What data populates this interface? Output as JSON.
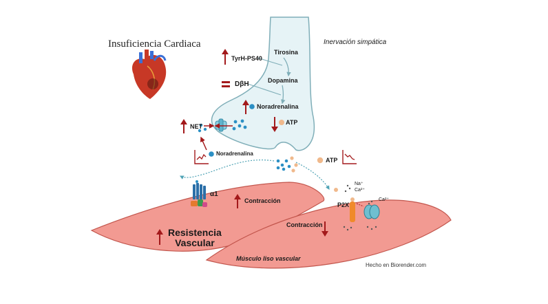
{
  "title": "Insuficiencia Cardiaca",
  "nerve_label": "Inervación simpática",
  "pathway": {
    "tirosina": "Tirosina",
    "tyrh": "TyrH-PS40",
    "dopamina": "Dopamina",
    "dbh": "DβH",
    "noradrenalina": "Noradrenalina",
    "atp_inside": "ATP"
  },
  "net_label": "NET",
  "noradrenalina_out": "Noradrenalina",
  "atp_out": "ATP",
  "receptor_alpha": "α1",
  "p2x_label": "P2X",
  "ions": {
    "na": "Na⁺",
    "ca": "Ca²⁺",
    "ca2": "Ca²⁺"
  },
  "contraccion_upper": "Contracción",
  "contraccion_lower": "Contracción",
  "resistencia": {
    "line1": "Resistencia",
    "line2": "Vascular"
  },
  "musculo": "Músculo liso vascular",
  "credit": "Hecho en Biorender.com",
  "colors": {
    "nerve_fill": "#e6f3f6",
    "nerve_stroke": "#7faeb8",
    "muscle_fill": "#f29a92",
    "muscle_stroke": "#c2554c",
    "arrow_red": "#a3191b",
    "vesicle_blue": "#2b8fc4",
    "atp_orange": "#f0b98c"
  }
}
